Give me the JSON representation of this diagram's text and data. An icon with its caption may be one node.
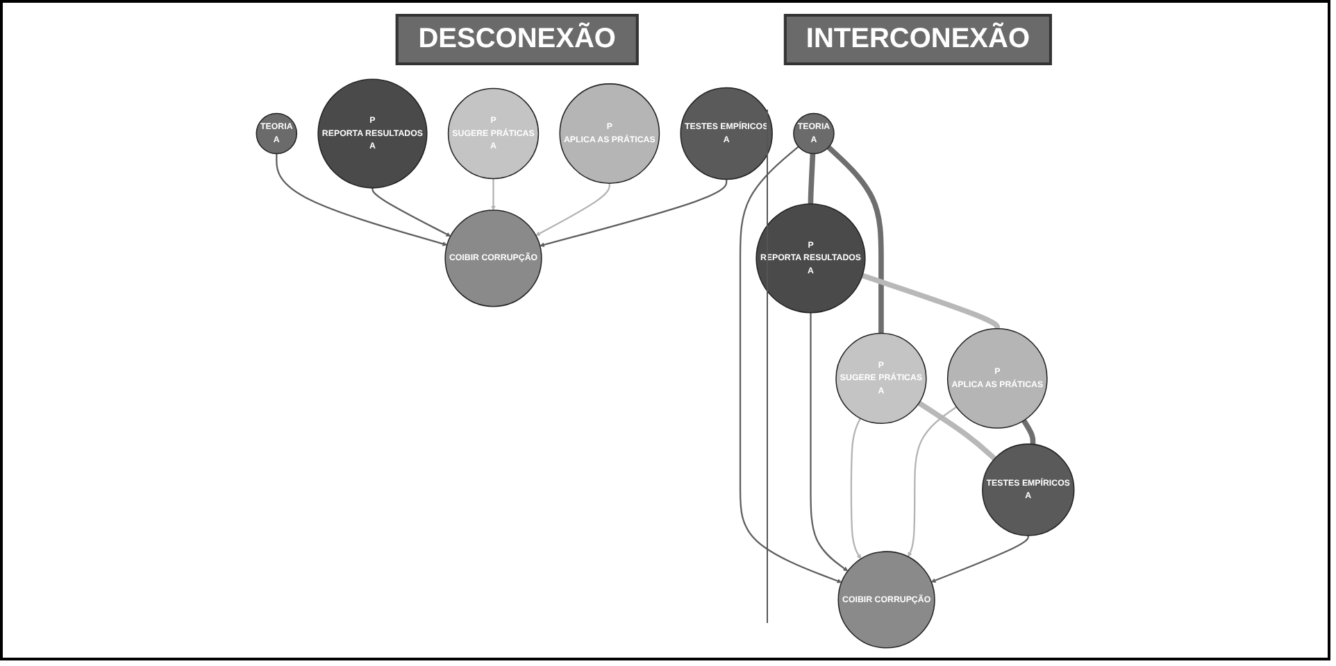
{
  "diagram": {
    "nodes": [
      {
        "text": [
          "TEORIA",
          "A"
        ]
      },
      {
        "text": [
          "P",
          "REPORTA RESULTADOS",
          "A"
        ]
      },
      {
        "text": [
          "P",
          "SUGERE PRÁTICAS",
          "A"
        ]
      },
      {
        "text": [
          "COIBIR CORRUPÇÃO"
        ]
      },
      {
        "text": [
          "P",
          "APLICA AS PRÁTICAS"
        ]
      },
      {
        "text": [
          "TESTES EMPÍRICOS",
          "A"
        ]
      },
      {
        "text": [
          "TEORIA",
          "A"
        ]
      },
      {
        "text": [
          "P",
          "REPORTA RESULTADOS",
          "A"
        ]
      },
      {
        "text": [
          "P",
          "SUGERE PRÁTICAS",
          "A"
        ]
      },
      {
        "text": [
          "COIBIR CORRUPÇÃO"
        ]
      },
      {
        "text": [
          "P",
          "APLICA AS PRÁTICAS"
        ]
      },
      {
        "text": [
          "TESTES EMPÍRICOS",
          "A"
        ]
      }
    ],
    "edges": [
      {
        "from": 0,
        "to": 1,
        "arrow": "none",
        "style": "thick",
        "color": "#6e6e6e"
      },
      {
        "from": 0,
        "to": 2,
        "arrow": "none",
        "style": "thick",
        "color": "#6e6e6e"
      },
      {
        "from": 1,
        "to": 4,
        "arrow": "none",
        "style": "thick",
        "color": "#b8b8b8"
      },
      {
        "from": 2,
        "to": 5,
        "arrow": "none",
        "style": "thick",
        "color": "#b8b8b8"
      },
      {
        "from": 4,
        "to": 5,
        "arrow": "none",
        "style": "thick",
        "color": "#6e6e6e"
      },
      {
        "from": 0,
        "to": 3,
        "arrow": "to",
        "color": "#5f5f5f"
      },
      {
        "from": 1,
        "to": 3,
        "arrow": "to",
        "color": "#5f5f5f"
      },
      {
        "from": 2,
        "to": 3,
        "arrow": "to",
        "color": "#b3b3b3"
      },
      {
        "from": 4,
        "to": 3,
        "arrow": "to",
        "color": "#b3b3b3"
      },
      {
        "from": 5,
        "to": 3,
        "arrow": "to",
        "color": "#5f5f5f"
      },
      {
        "from": 6,
        "to": 9,
        "arrow": "to",
        "color": "#5f5f5f"
      },
      {
        "from": 7,
        "to": 9,
        "arrow": "to",
        "color": "#5f5f5f"
      },
      {
        "from": 8,
        "to": 9,
        "arrow": "to",
        "color": "#b3b3b3"
      },
      {
        "from": 10,
        "to": 9,
        "arrow": "to",
        "color": "#b3b3b3"
      },
      {
        "from": 11,
        "to": 9,
        "arrow": "to",
        "color": "#5f5f5f"
      }
    ],
    "labels": [
      "INTERCONEXÃO",
      "DESCONEXÃO"
    ]
  }
}
